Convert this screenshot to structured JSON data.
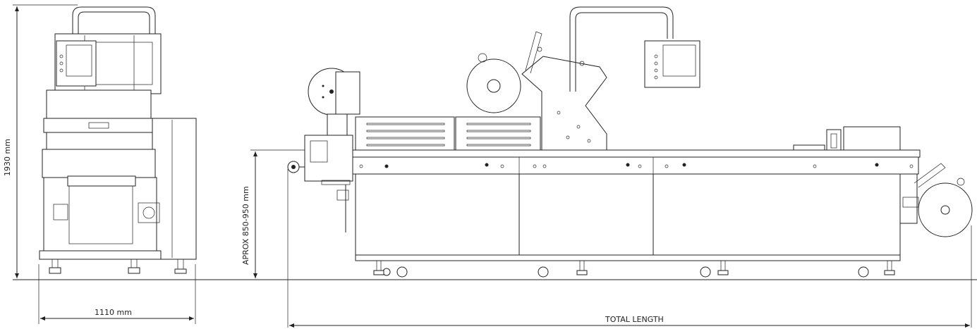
{
  "dimensions": {
    "height_label": "1930 mm",
    "width_label": "1110 mm",
    "work_height_label": "APROX 850-950 mm",
    "length_label": "TOTAL LENGTH"
  }
}
